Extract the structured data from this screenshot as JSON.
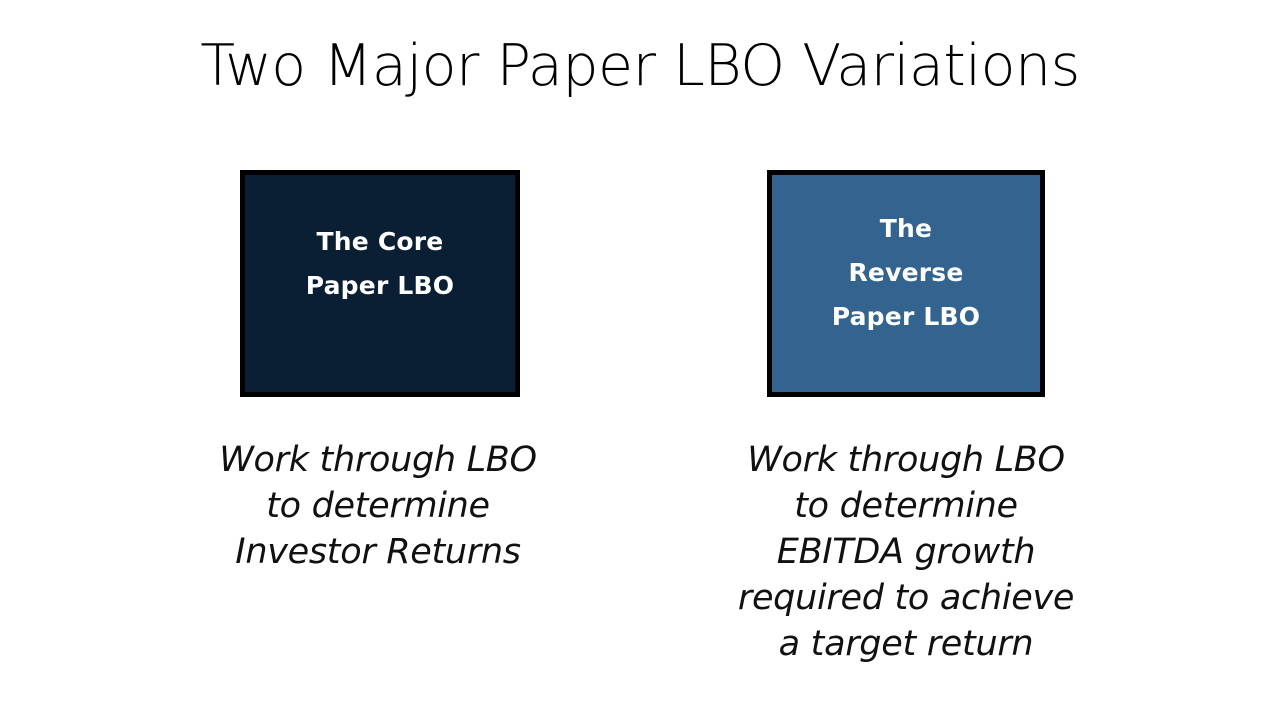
{
  "slide": {
    "title": "Two Major Paper LBO Variations",
    "background_color": "#ffffff",
    "title_color": "#000000"
  },
  "variations": [
    {
      "id": "core-paper-lbo",
      "box": {
        "fill_color": "#0a1f33",
        "border_color": "#000000",
        "text_color": "#ffffff",
        "lines": [
          "The Core",
          "Paper LBO"
        ]
      },
      "caption": {
        "lines": [
          "Work through LBO",
          "to determine",
          "Investor Returns"
        ]
      }
    },
    {
      "id": "reverse-paper-lbo",
      "box": {
        "fill_color": "#336490",
        "border_color": "#000000",
        "text_color": "#ffffff",
        "lines": [
          "The",
          "Reverse",
          "Paper LBO"
        ]
      },
      "caption": {
        "lines": [
          "Work through LBO",
          "to determine",
          "EBITDA growth",
          "required to achieve",
          "a target return"
        ]
      }
    }
  ]
}
